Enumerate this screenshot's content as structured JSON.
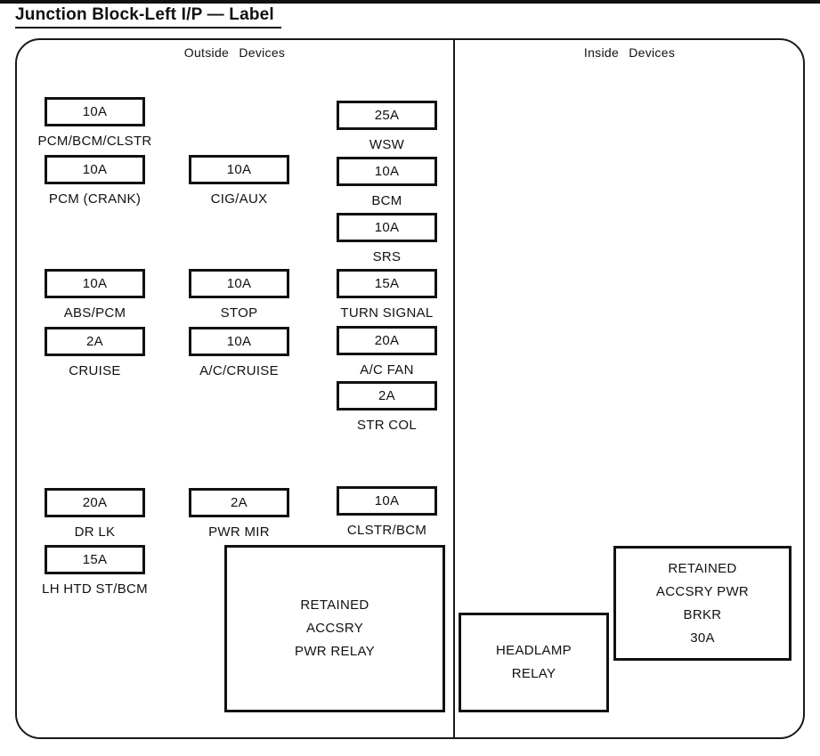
{
  "page": {
    "title": "Junction Block-Left I/P — Label"
  },
  "colors": {
    "line": "#111111",
    "background": "#ffffff"
  },
  "panel": {
    "outside": {
      "heading": "Outside Devices",
      "fuses": [
        {
          "amp": "10A",
          "label": "PCM/BCM/CLSTR"
        },
        {
          "amp": "10A",
          "label": "PCM (CRANK)"
        },
        {
          "amp": "10A",
          "label": "CIG/AUX"
        },
        {
          "amp": "25A",
          "label": "WSW"
        },
        {
          "amp": "10A",
          "label": "BCM"
        },
        {
          "amp": "10A",
          "label": "SRS"
        },
        {
          "amp": "10A",
          "label": "ABS/PCM"
        },
        {
          "amp": "10A",
          "label": "STOP"
        },
        {
          "amp": "15A",
          "label": "TURN SIGNAL"
        },
        {
          "amp": "2A",
          "label": "CRUISE"
        },
        {
          "amp": "10A",
          "label": "A/C/CRUISE"
        },
        {
          "amp": "20A",
          "label": "A/C FAN"
        },
        {
          "amp": "2A",
          "label": "STR COL"
        },
        {
          "amp": "20A",
          "label": "DR LK"
        },
        {
          "amp": "2A",
          "label": "PWR MIR"
        },
        {
          "amp": "10A",
          "label": "CLSTR/BCM"
        },
        {
          "amp": "15A",
          "label": "LH HTD ST/BCM"
        }
      ],
      "relays": [
        {
          "lines": [
            "RETAINED",
            "ACCSRY",
            "PWR RELAY"
          ]
        }
      ]
    },
    "inside": {
      "heading": "Inside Devices",
      "relays": [
        {
          "lines": [
            "HEADLAMP",
            "RELAY"
          ]
        },
        {
          "lines": [
            "RETAINED",
            "ACCSRY PWR",
            "BRKR",
            "30A"
          ]
        }
      ]
    }
  }
}
